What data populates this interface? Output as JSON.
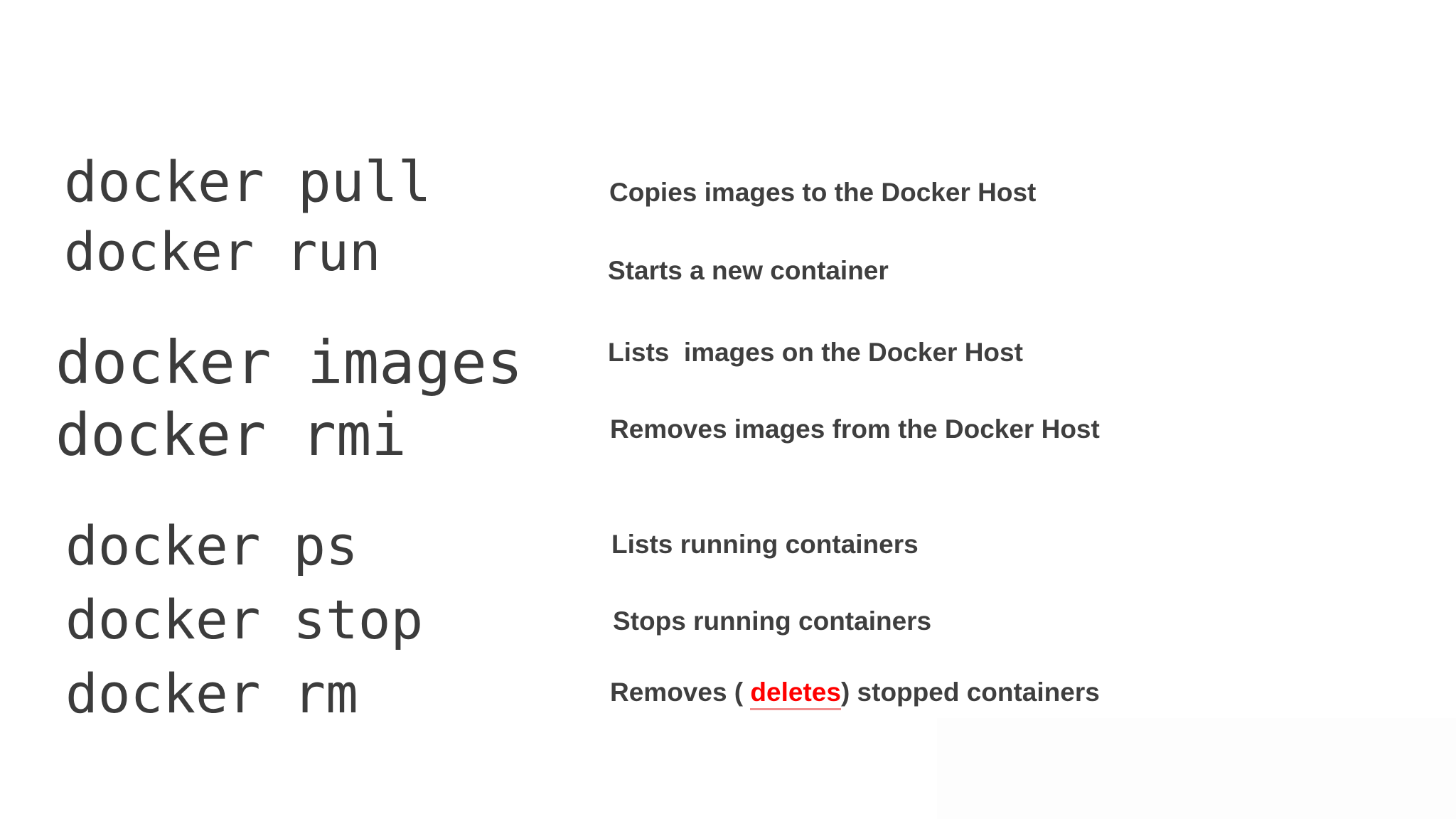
{
  "slide": {
    "background_color": "#ffffff",
    "command_text_color": "#3c3c3c",
    "description_text_color": "#3f3f3f",
    "highlight_color": "#ff0000",
    "highlight_underline_color": "#f08e8e"
  },
  "groups": [
    {
      "name": "image-transfer-group",
      "rows": [
        {
          "command": "docker pull",
          "description": "Copies images to the Docker Host"
        },
        {
          "command": "docker run",
          "description": "Starts a new container"
        }
      ]
    },
    {
      "name": "image-management-group",
      "rows": [
        {
          "command": "docker images",
          "description": "Lists  images on the Docker Host"
        },
        {
          "command": "docker rmi",
          "description": "Removes images from the Docker Host"
        }
      ]
    },
    {
      "name": "container-management-group",
      "rows": [
        {
          "command": "docker ps",
          "description": "Lists running containers"
        },
        {
          "command": "docker stop",
          "description": "Stops running containers"
        },
        {
          "command": "docker rm",
          "description_prefix": "Removes ( ",
          "description_highlight": "deletes",
          "description_suffix": ") stopped containers"
        }
      ]
    }
  ]
}
